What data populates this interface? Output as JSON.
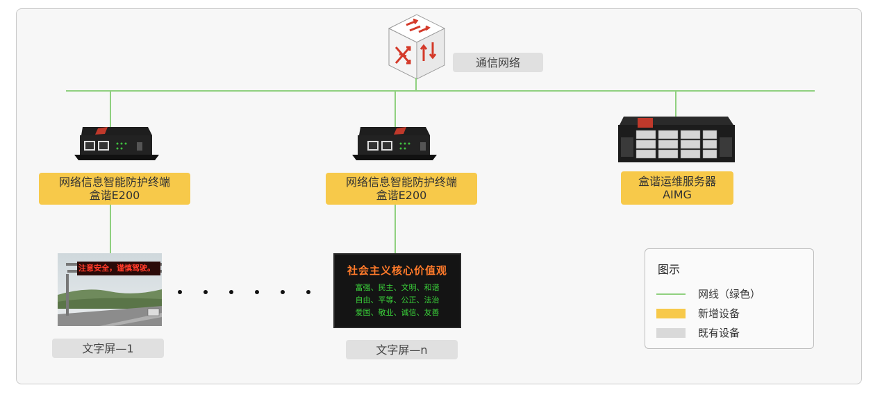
{
  "network": {
    "label": "通信网络"
  },
  "terminals": [
    {
      "name_line1": "网络信息智能防护终端",
      "name_line2": "盒谐E200"
    },
    {
      "name_line1": "网络信息智能防护终端",
      "name_line2": "盒谐E200"
    }
  ],
  "server": {
    "name_line1": "盒谐运维服务器",
    "name_line2": "AIMG"
  },
  "screens": [
    {
      "label": "文字屏—1",
      "led_text": "注意安全，谨慎驾驶。"
    },
    {
      "label": "文字屏—n",
      "led_title": "社会主义核心价值观",
      "led_lines": [
        "富强、民主、文明、和谐",
        "自由、平等、公正、法治",
        "爱国、敬业、诚信、友善"
      ]
    }
  ],
  "legend": {
    "title": "图示",
    "items": [
      {
        "label": "网线（绿色）",
        "swatch": "line",
        "color": "#8fd07f"
      },
      {
        "label": "新增设备",
        "swatch": "box",
        "color": "#f7c94a"
      },
      {
        "label": "既有设备",
        "swatch": "box",
        "color": "#d9d9d9"
      }
    ]
  },
  "colors": {
    "line": "#8fd07f",
    "new_device": "#f7c94a",
    "existing_device": "#e0e0e0"
  }
}
